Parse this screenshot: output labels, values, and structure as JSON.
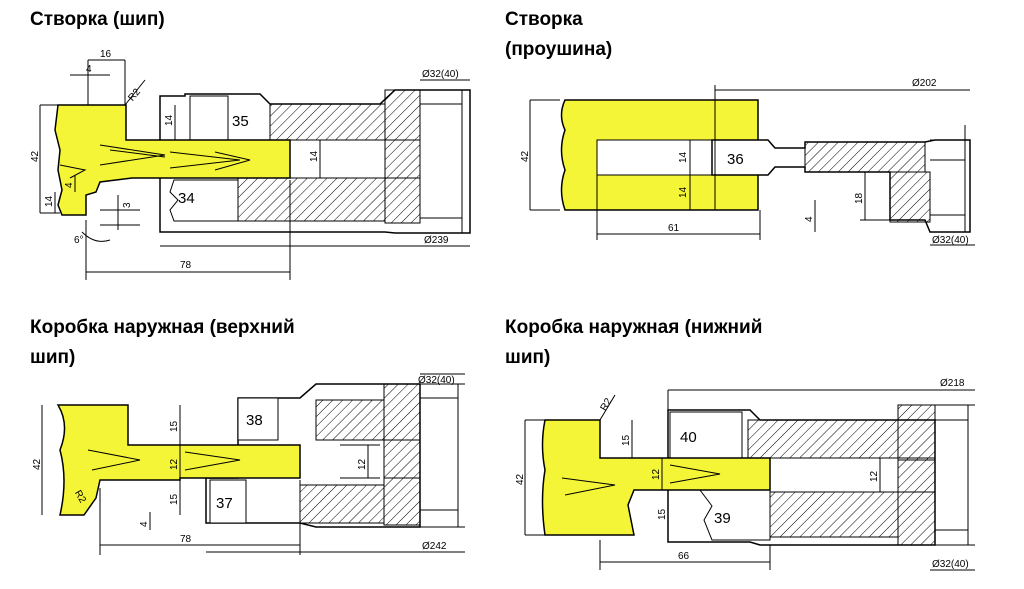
{
  "colors": {
    "part": "#f5f538",
    "outline": "#000000",
    "hatch": "#000000"
  },
  "panels": [
    {
      "title_lines": [
        "Створка (шип)"
      ],
      "dims": {
        "d16": "16",
        "d4a": "4",
        "r2": "R2",
        "d42": "42",
        "d14a": "14",
        "d14b": "14",
        "d4b": "4",
        "d14c": "14",
        "d3": "3",
        "d6": "6°",
        "d78": "78",
        "bore": "Ø32(40)",
        "dia": "Ø239"
      },
      "cutters": [
        "35",
        "34"
      ]
    },
    {
      "title_lines": [
        "Створка",
        "(проушина)"
      ],
      "dims": {
        "dia": "Ø202",
        "d42": "42",
        "d14a": "14",
        "d14b": "14",
        "d18": "18",
        "d4": "4",
        "d61": "61",
        "bore": "Ø32(40)"
      },
      "cutters": [
        "36"
      ]
    },
    {
      "title_lines": [
        "Коробка наружная (верхний",
        "шип)"
      ],
      "dims": {
        "bore": "Ø32(40)",
        "d42": "42",
        "d15a": "15",
        "d12a": "12",
        "d15b": "15",
        "r2": "R2",
        "d4": "4",
        "d12b": "12",
        "d78": "78",
        "dia": "Ø242"
      },
      "cutters": [
        "38",
        "37"
      ]
    },
    {
      "title_lines": [
        "Коробка наружная (нижний",
        "шип)"
      ],
      "dims": {
        "r2": "R2",
        "dia": "Ø218",
        "d15a": "15",
        "d42": "42",
        "d12a": "12",
        "d15b": "15",
        "d12b": "12",
        "d66": "66",
        "bore": "Ø32(40)"
      },
      "cutters": [
        "40",
        "39"
      ]
    }
  ]
}
